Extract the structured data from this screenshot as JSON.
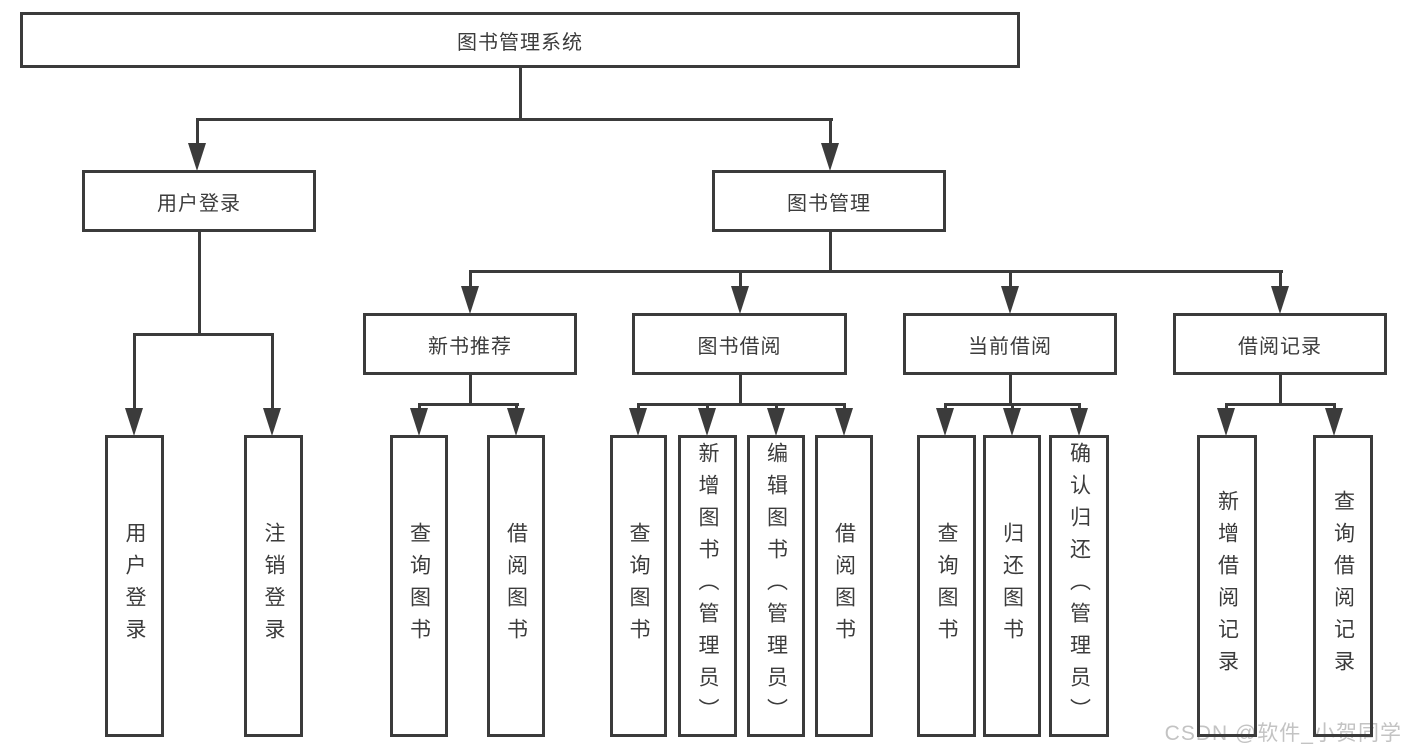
{
  "tree": {
    "root": {
      "label": "图书管理系统"
    },
    "level2": [
      {
        "label": "用户登录",
        "leaves": [
          {
            "label": "用户登录"
          },
          {
            "label": "注销登录"
          }
        ]
      },
      {
        "label": "图书管理",
        "level3": [
          {
            "label": "新书推荐",
            "leaves": [
              {
                "label": "查询图书"
              },
              {
                "label": "借阅图书"
              }
            ]
          },
          {
            "label": "图书借阅",
            "leaves": [
              {
                "label": "查询图书"
              },
              {
                "label": "新增图书（管理员）"
              },
              {
                "label": "编辑图书（管理员）"
              },
              {
                "label": "借阅图书"
              }
            ]
          },
          {
            "label": "当前借阅",
            "leaves": [
              {
                "label": "查询图书"
              },
              {
                "label": "归还图书"
              },
              {
                "label": "确认归还（管理员）"
              }
            ]
          },
          {
            "label": "借阅记录",
            "leaves": [
              {
                "label": "新增借阅记录"
              },
              {
                "label": "查询借阅记录"
              }
            ]
          }
        ]
      }
    ]
  },
  "watermark": {
    "text": "CSDN @软件_小贺同学"
  },
  "colors": {
    "line": "#3b3b3b",
    "border": "#3b3b3b",
    "text": "#3c3c3c",
    "watermark": "#c3c3c3",
    "background": "#ffffff"
  }
}
